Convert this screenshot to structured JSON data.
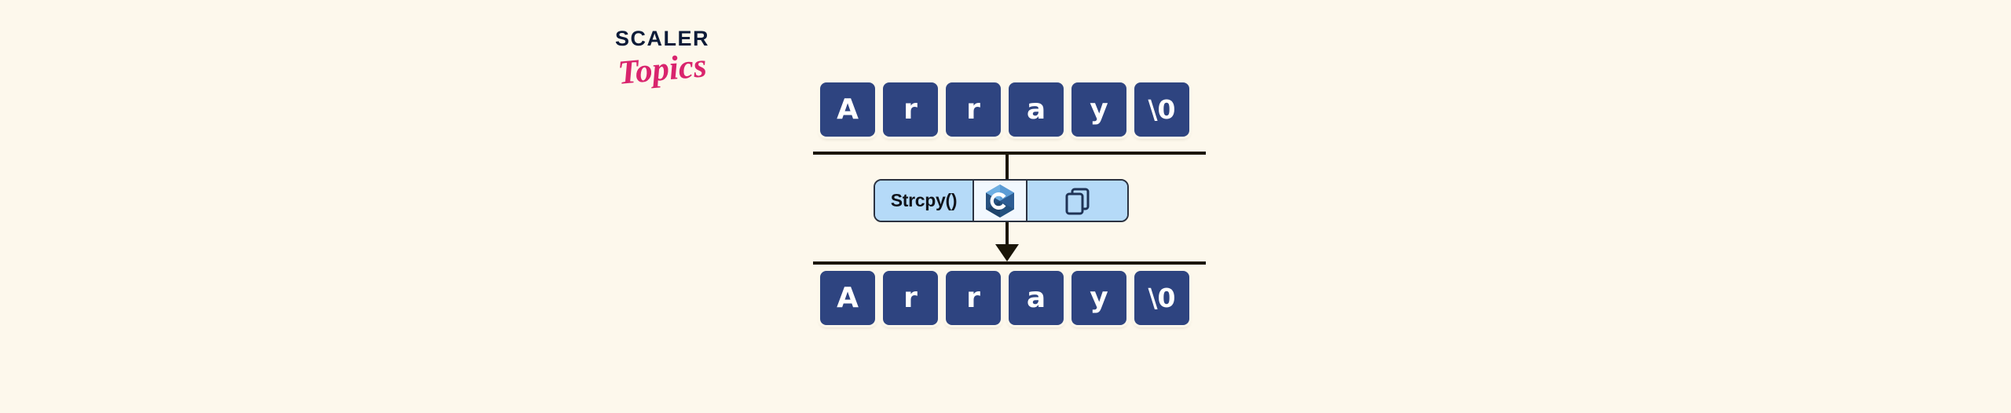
{
  "background_color": "#fdf8ec",
  "brand": {
    "name_primary": "SCALER",
    "name_secondary": "Topics",
    "primary_color": "#0d1b38",
    "secondary_color": "#d9246d"
  },
  "diagram": {
    "title": "strcpy() string copy illustration",
    "cell_color": "#2e4480",
    "cell_text_color": "#ffffff",
    "rule_color": "#1a1508",
    "source_array": {
      "label": "source string array",
      "cells": [
        "A",
        "r",
        "r",
        "a",
        "y",
        "\\0"
      ]
    },
    "destination_array": {
      "label": "destination string array",
      "cells": [
        "A",
        "r",
        "r",
        "a",
        "y",
        "\\0"
      ]
    },
    "operation": {
      "function_label": "Strcpy()",
      "language_icon": "c-language-logo-icon",
      "language_icon_letter": "C",
      "action_icon": "copy-icon",
      "pill_fill_color": "#b5daf8",
      "pill_border_color": "#2b3240",
      "logo_cell_fill_color": "#f2f8fe"
    },
    "flow": {
      "direction": "downward",
      "arrow_icon": "arrow-down-icon"
    }
  }
}
